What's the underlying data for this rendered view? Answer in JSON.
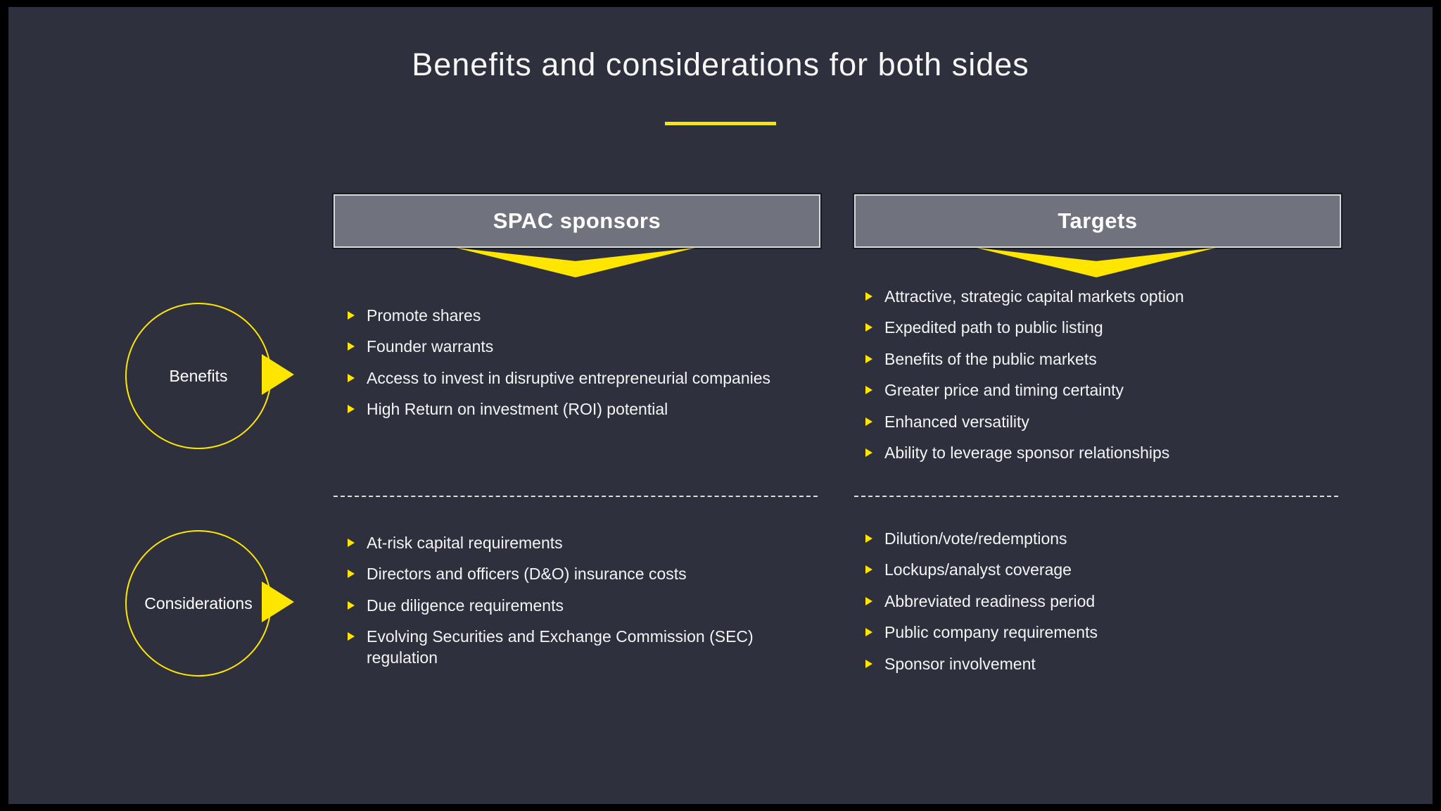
{
  "slide": {
    "title": "Benefits and considerations for both sides"
  },
  "rows": {
    "benefits_label": "Benefits",
    "considerations_label": "Considerations"
  },
  "columns": [
    {
      "header": "SPAC sponsors",
      "benefits": [
        "Promote shares",
        "Founder warrants",
        "Access to invest in disruptive entrepreneurial companies",
        "High Return on investment (ROI) potential"
      ],
      "considerations": [
        "At-risk capital requirements",
        "Directors and officers (D&O) insurance costs",
        "Due diligence requirements",
        "Evolving Securities and Exchange Commission (SEC) regulation"
      ]
    },
    {
      "header": "Targets",
      "benefits": [
        "Attractive, strategic capital markets option",
        "Expedited path to public listing",
        "Benefits of the public markets",
        "Greater price and timing certainty",
        "Enhanced versatility",
        "Ability to leverage sponsor relationships"
      ],
      "considerations": [
        "Dilution/vote/redemptions",
        "Lockups/analyst coverage",
        "Abbreviated readiness period",
        "Public company requirements",
        "Sponsor involvement"
      ]
    }
  ],
  "icons": {
    "bullet": "triangle-right-bullet",
    "header_pointer": "down-arrow",
    "circle_pointer": "right-arrow"
  },
  "colors": {
    "background": "#2e313d",
    "frame": "#000000",
    "accent_yellow": "#ffe600",
    "header_fill": "#70737d",
    "header_border": "#d9d9d9",
    "text": "#f4f4f4"
  }
}
